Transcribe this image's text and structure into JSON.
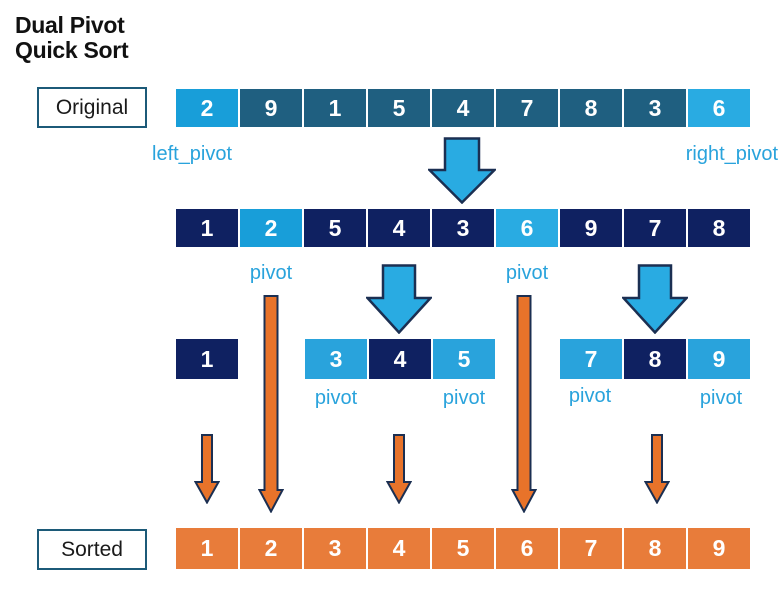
{
  "title": {
    "line1": "Dual Pivot",
    "line2": "Quick Sort"
  },
  "labels": {
    "original": "Original",
    "sorted": "Sorted",
    "left_pivot": "left_pivot",
    "right_pivot": "right_pivot",
    "pivot": "pivot"
  },
  "colors": {
    "teal": "#1F5F80",
    "navy": "#0F2161",
    "left_pivot_blue": "#189ED9",
    "right_pivot_cyan": "#29ABE2",
    "sub_blue": "#29A3DC",
    "sorted_orange": "#E87C3A",
    "arrow_blue": "#29ABE2",
    "arrow_orange": "#E8732A",
    "arrow_stroke": "#1B2F52",
    "label_blue": "#29A3DC",
    "box_border": "#1C5A78"
  },
  "rows": {
    "original": {
      "cells": [
        {
          "v": "2",
          "c": "left_pivot_blue"
        },
        {
          "v": "9",
          "c": "teal"
        },
        {
          "v": "1",
          "c": "teal"
        },
        {
          "v": "5",
          "c": "teal"
        },
        {
          "v": "4",
          "c": "teal"
        },
        {
          "v": "7",
          "c": "teal"
        },
        {
          "v": "8",
          "c": "teal"
        },
        {
          "v": "3",
          "c": "teal"
        },
        {
          "v": "6",
          "c": "right_pivot_cyan"
        }
      ]
    },
    "partitioned": {
      "cells": [
        {
          "v": "1",
          "c": "navy"
        },
        {
          "v": "2",
          "c": "left_pivot_blue"
        },
        {
          "v": "5",
          "c": "navy"
        },
        {
          "v": "4",
          "c": "navy"
        },
        {
          "v": "3",
          "c": "navy"
        },
        {
          "v": "6",
          "c": "right_pivot_cyan"
        },
        {
          "v": "9",
          "c": "navy"
        },
        {
          "v": "7",
          "c": "navy"
        },
        {
          "v": "8",
          "c": "navy"
        }
      ]
    },
    "sub_left": {
      "cells": [
        {
          "v": "1",
          "c": "navy"
        }
      ]
    },
    "sub_mid": {
      "cells": [
        {
          "v": "3",
          "c": "sub_blue"
        },
        {
          "v": "4",
          "c": "navy"
        },
        {
          "v": "5",
          "c": "sub_blue"
        }
      ]
    },
    "sub_right": {
      "cells": [
        {
          "v": "7",
          "c": "sub_blue"
        },
        {
          "v": "8",
          "c": "navy"
        },
        {
          "v": "9",
          "c": "sub_blue"
        }
      ]
    },
    "sorted": {
      "cells": [
        {
          "v": "1",
          "c": "sorted_orange"
        },
        {
          "v": "2",
          "c": "sorted_orange"
        },
        {
          "v": "3",
          "c": "sorted_orange"
        },
        {
          "v": "4",
          "c": "sorted_orange"
        },
        {
          "v": "5",
          "c": "sorted_orange"
        },
        {
          "v": "6",
          "c": "sorted_orange"
        },
        {
          "v": "7",
          "c": "sorted_orange"
        },
        {
          "v": "8",
          "c": "sorted_orange"
        },
        {
          "v": "9",
          "c": "sorted_orange"
        }
      ]
    }
  }
}
